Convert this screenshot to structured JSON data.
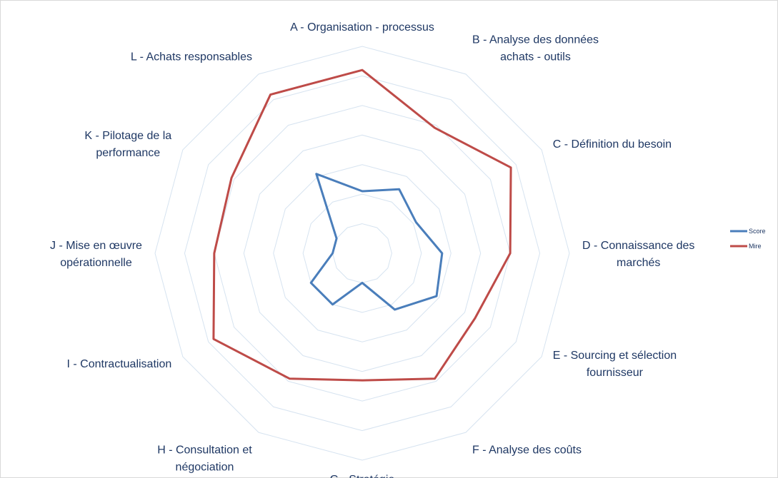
{
  "chart_data": {
    "type": "radar",
    "categories": [
      [
        "A - Organisation - processus"
      ],
      [
        "B - Analyse des données",
        "achats - outils"
      ],
      [
        "C - Définition du besoin"
      ],
      [
        "D - Connaissance des",
        "marchés"
      ],
      [
        "E - Sourcing et sélection",
        "fournisseur"
      ],
      [
        "F - Analyse des coûts"
      ],
      [
        "G - Stratégie"
      ],
      [
        "H - Consultation et",
        "négociation"
      ],
      [
        "I - Contractualisation"
      ],
      [
        "J - Mise en œuvre",
        "opérationnelle"
      ],
      [
        "K - Pilotage de la",
        "performance"
      ],
      [
        "L - Achats responsables"
      ]
    ],
    "rlim": [
      0,
      7
    ],
    "grid_rings": 7,
    "series": [
      {
        "name": "Score",
        "color": "#4a7ebb",
        "values": [
          2.1,
          2.5,
          2.1,
          2.7,
          2.9,
          2.2,
          1.0,
          2.0,
          2.0,
          1.0,
          1.0,
          3.1
        ]
      },
      {
        "name": "Mire",
        "color": "#be4b48",
        "values": [
          6.2,
          4.9,
          5.8,
          5.0,
          4.4,
          4.9,
          4.3,
          4.9,
          5.8,
          5.0,
          5.1,
          6.2
        ]
      }
    ],
    "grid_color": "#d6e3f0",
    "legend": "right"
  }
}
